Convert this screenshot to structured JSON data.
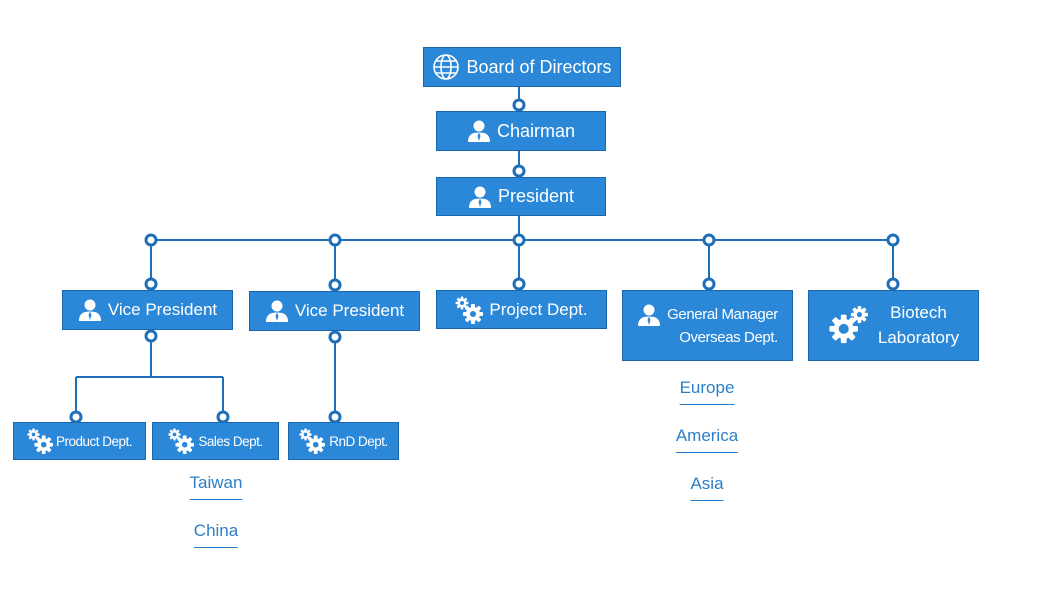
{
  "nodes": {
    "board": "Board of Directors",
    "chairman": "Chairman",
    "president": "President",
    "vp1": "Vice President",
    "vp2": "Vice President",
    "project": "Project Dept.",
    "gm_line1": "General Manager",
    "gm_line2": "Overseas Dept.",
    "bio_line1": "Biotech",
    "bio_line2": "Laboratory",
    "product": "Product Dept.",
    "sales": "Sales Dept.",
    "rnd": "RnD Dept."
  },
  "sales_regions": [
    "Taiwan",
    "China"
  ],
  "overseas_regions": [
    "Europe",
    "America",
    "Asia"
  ],
  "colors": {
    "node_fill": "#2b88d8",
    "line": "#1e6fb8",
    "link_text": "#2b7fc8"
  },
  "icons": {
    "board": "globe-icon",
    "person": "person-icon",
    "dept": "gears-icon"
  }
}
